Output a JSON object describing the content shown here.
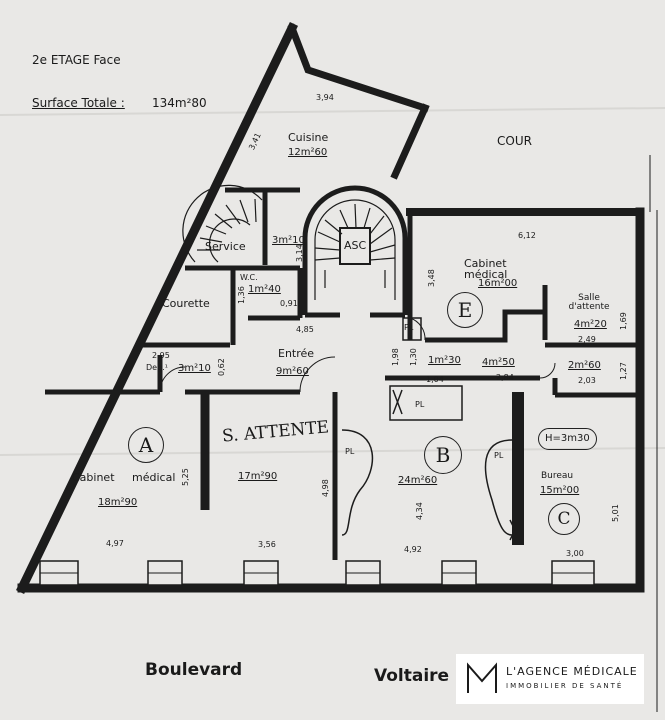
{
  "header": {
    "floor": "2e ETAGE Face",
    "surface_label": "Surface Totale :",
    "surface_value": "134m²80"
  },
  "courtyard": "COUR",
  "streets": {
    "left": "Boulevard",
    "right": "Voltaire"
  },
  "rooms": {
    "kitchen": {
      "name": "Cuisine",
      "area": "12m²60",
      "dim_top": "3,94",
      "dim_side": "3,41"
    },
    "service": {
      "name": "Service",
      "area": "3m²10",
      "dim": "3,14"
    },
    "elevator": {
      "name": "ASC"
    },
    "courette": {
      "name": "Courette"
    },
    "wc": {
      "name": "W.C.",
      "area": "1m²40",
      "dim1": "1,36",
      "dim2": "0,91"
    },
    "entry": {
      "name": "Entrée",
      "area": "9m²60",
      "dim": "4,85"
    },
    "deg": {
      "name": "Deg.¹",
      "area": "3m²10",
      "dim1": "2,95",
      "dim2": "0,62"
    },
    "cabinet_a": {
      "name": "Cabinet médical",
      "area": "18m²90",
      "letter": "A",
      "dim1": "5,25",
      "dim2": "4,97"
    },
    "waiting_s": {
      "name": "S. ATTENTE",
      "area": "17m²90",
      "dim": "3,56"
    },
    "cabinet_b": {
      "letter": "B",
      "area": "24m²60",
      "dim1": "4,98",
      "dim2": "4,34",
      "dim3": "4,92"
    },
    "cabinet_e": {
      "name": "Cabinet médical",
      "area": "16m²00",
      "letter": "E",
      "dim1": "6,12",
      "dim2": "3,48"
    },
    "waiting_room": {
      "name": "Salle d'attente",
      "area": "4m²20",
      "dim1": "1,69",
      "dim2": "2,49"
    },
    "corridor": {
      "area1": "1m²30",
      "area2": "4m²50",
      "dim1": "1,98",
      "dim2": "1,30",
      "dim3": "1,04",
      "dim4": "2,84"
    },
    "small_room": {
      "area": "2m²60",
      "dim1": "2,03",
      "dim2": "1,27"
    },
    "bureau_c": {
      "name": "Bureau",
      "area": "15m²00",
      "letter": "C",
      "height": "H=3m30",
      "dim1": "5,01",
      "dim2": "3,00"
    }
  },
  "markers": {
    "pl": "PL"
  },
  "logo": {
    "title": "L'AGENCE MÉDICALE",
    "subtitle": "IMMOBILIER DE SANTÉ",
    "monogram": "M"
  }
}
